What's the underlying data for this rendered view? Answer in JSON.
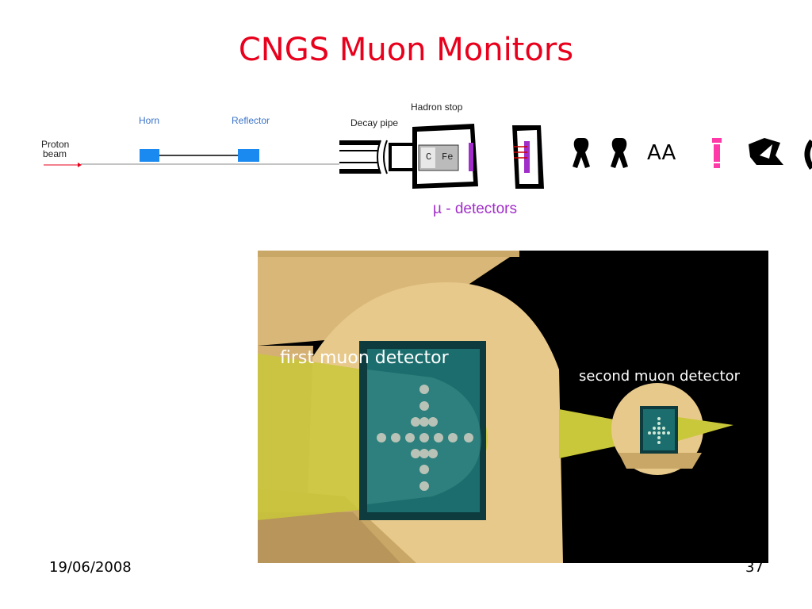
{
  "slide": {
    "title": "CNGS Muon Monitors",
    "date": "19/06/2008",
    "page_number": "37"
  },
  "beamline": {
    "proton_beam_line1": "Proton",
    "proton_beam_line2": "beam",
    "horn": "Horn",
    "reflector": "Reflector",
    "decay_pipe": "Decay pipe",
    "hadron_stop": "Hadron stop",
    "carbon": "C",
    "iron": "Fe",
    "mu_detectors": "µ - detectors",
    "symbol_aa": "AA",
    "colors": {
      "beam_arrow": "#e8001c",
      "horn_reflector": "#1a8af0",
      "detector": "#a12ec9",
      "pink_glyph": "#ff3aa8"
    }
  },
  "render": {
    "first_label": "first muon detector",
    "second_label": "second muon detector",
    "colors": {
      "wall": "#e8c98c",
      "beam": "#c9c83a",
      "panel": "#1c6e6e"
    }
  }
}
